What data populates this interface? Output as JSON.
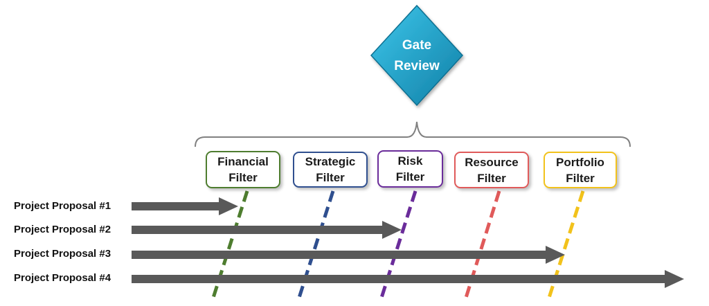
{
  "gate": {
    "line1": "Gate",
    "line2": "Review"
  },
  "filters": [
    {
      "line1": "Financial",
      "line2": "Filter",
      "color": "#4e7d2f"
    },
    {
      "line1": "Strategic",
      "line2": "Filter",
      "color": "#2f4f8f"
    },
    {
      "line1": "Risk",
      "line2": "Filter",
      "color": "#6a2c9a"
    },
    {
      "line1": "Resource",
      "line2": "Filter",
      "color": "#e05a5a"
    },
    {
      "line1": "Portfolio",
      "line2": "Filter",
      "color": "#f2c21b"
    }
  ],
  "proposals": [
    {
      "label": "Project Proposal #1"
    },
    {
      "label": "Project Proposal #2"
    },
    {
      "label": "Project Proposal #3"
    },
    {
      "label": "Project Proposal #4"
    }
  ],
  "colors": {
    "arrow": "#595959",
    "diamond": "#1aa0c8",
    "bracket": "#808080"
  }
}
